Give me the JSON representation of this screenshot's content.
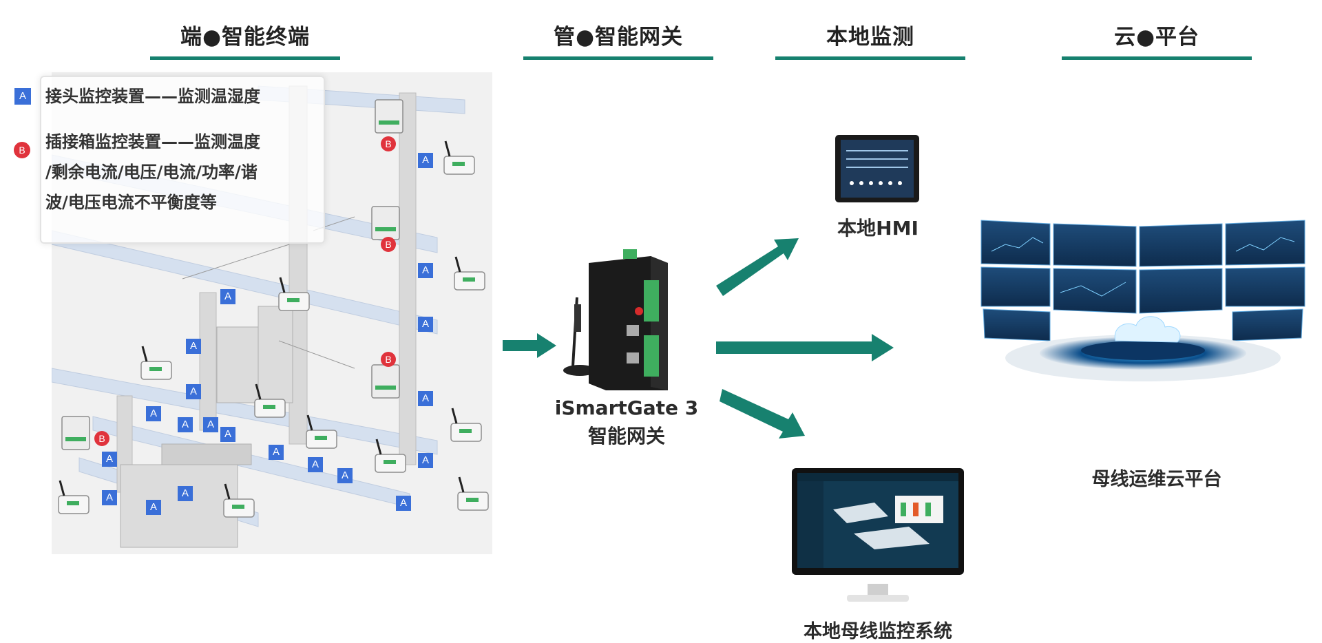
{
  "columns": [
    {
      "title": "端●智能终端"
    },
    {
      "title": "管●智能网关"
    },
    {
      "title": "本地监测"
    },
    {
      "title": "云●平台"
    }
  ],
  "legend": {
    "a": {
      "badge": "A",
      "text": "接头监控装置——监测温湿度"
    },
    "b": {
      "badge": "B",
      "lines": [
        "插接箱监控装置——监测温度",
        "/剩余电流/电压/电流/功率/谐",
        "波/电压电流不平衡度等"
      ]
    }
  },
  "gateway": {
    "name": "iSmartGate 3",
    "subtitle": "智能网关"
  },
  "local": {
    "hmi_label": "本地HMI",
    "system_label": "本地母线监控系统"
  },
  "cloud": {
    "label": "母线运维云平台"
  },
  "colors": {
    "accent": "#17816f",
    "badge_a": "#3a6fd8",
    "badge_b": "#e0333c"
  }
}
